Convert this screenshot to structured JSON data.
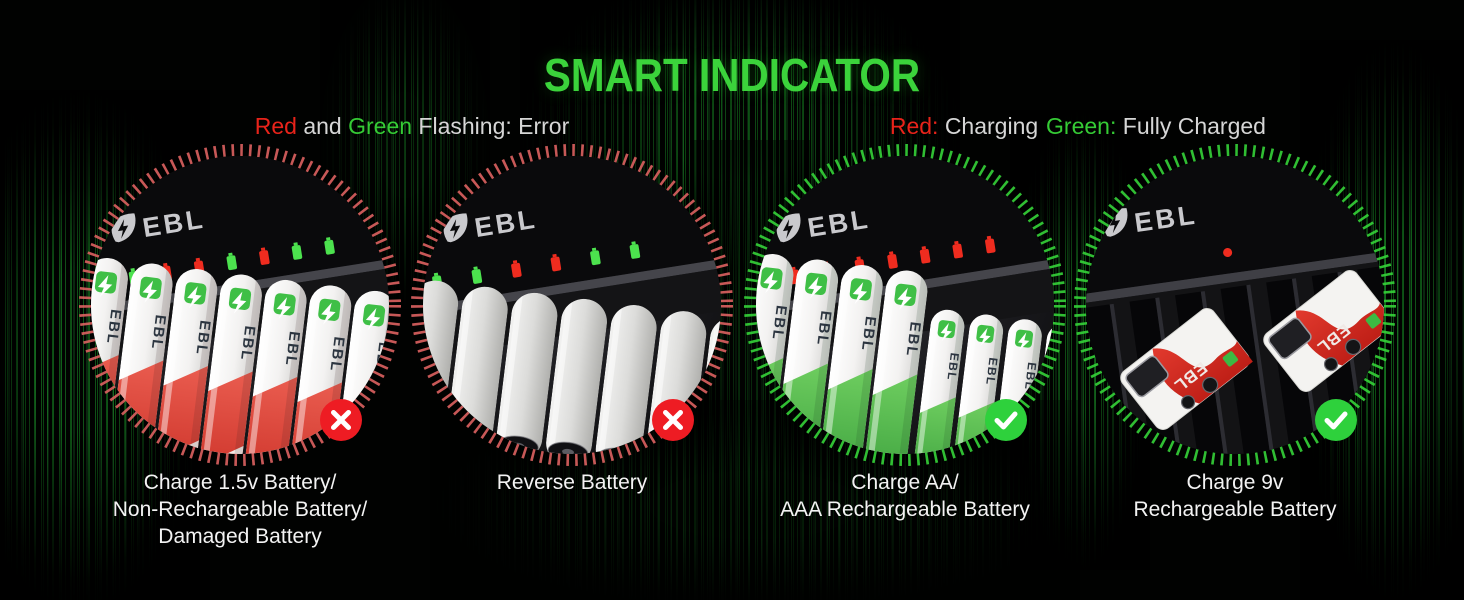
{
  "page": {
    "background": "#000000",
    "accent_green": "#3bd33b",
    "accent_red": "#e8231a"
  },
  "title": {
    "text": "SMART INDICATOR",
    "color": "#3bd33b"
  },
  "legend": {
    "error": {
      "red_word": "Red",
      "and_word": " and ",
      "green_word": "Green",
      "rest": " Flashing: Error"
    },
    "charging": {
      "label": "Red:",
      "text": " Charging"
    },
    "charged": {
      "label": "Green:",
      "text": " Fully Charged"
    }
  },
  "indicator_colors": {
    "red_led": "#ef2c1f",
    "green_led": "#4ce24e"
  },
  "units": [
    {
      "name": "charge-1.5v-non-rechargeable-damaged",
      "brand": "EBL",
      "battery_label": "EBL",
      "ring_color": "#dd6260",
      "badge": {
        "type": "cross",
        "glyph": "✕",
        "color": "#ee1c23"
      },
      "leds": [
        "#4ce24e",
        "#4ce24e",
        "#ef2c1f",
        "#ef2c1f",
        "#4ce24e",
        "#ef2c1f",
        "#4ce24e",
        "#4ce24e"
      ],
      "caption": [
        "Charge 1.5v Battery/",
        "Non-Rechargeable Battery/",
        "Damaged Battery"
      ]
    },
    {
      "name": "reverse-battery",
      "brand": "EBL",
      "ring_color": "#dd6260",
      "badge": {
        "type": "cross",
        "glyph": "✕",
        "color": "#ee1c23"
      },
      "leds": [
        "#4ce24e",
        "#4ce24e",
        "#ef2c1f",
        "#ef2c1f",
        "#4ce24e",
        "#4ce24e"
      ],
      "caption": [
        "Reverse Battery"
      ]
    },
    {
      "name": "charge-aa-aaa-rechargeable",
      "brand": "EBL",
      "battery_label": "EBL",
      "ring_color": "#35d338",
      "badge": {
        "type": "check",
        "glyph": "✓",
        "color": "#2ed13c"
      },
      "leds": [
        "#ef2c1f",
        "#ef2c1f",
        "#ef2c1f",
        "#ef2c1f",
        "#ef2c1f",
        "#ef2c1f",
        "#ef2c1f",
        "#ef2c1f"
      ],
      "caption": [
        "Charge AA/",
        "AAA Rechargeable Battery"
      ]
    },
    {
      "name": "charge-9v-rechargeable",
      "brand": "EBL",
      "battery_label": "EBL",
      "ring_color": "#35d338",
      "badge": {
        "type": "check",
        "glyph": "✓",
        "color": "#2ed13c"
      },
      "leds": [
        "#ef2c1f"
      ],
      "caption": [
        "Charge 9v",
        "Rechargeable Battery"
      ]
    }
  ]
}
